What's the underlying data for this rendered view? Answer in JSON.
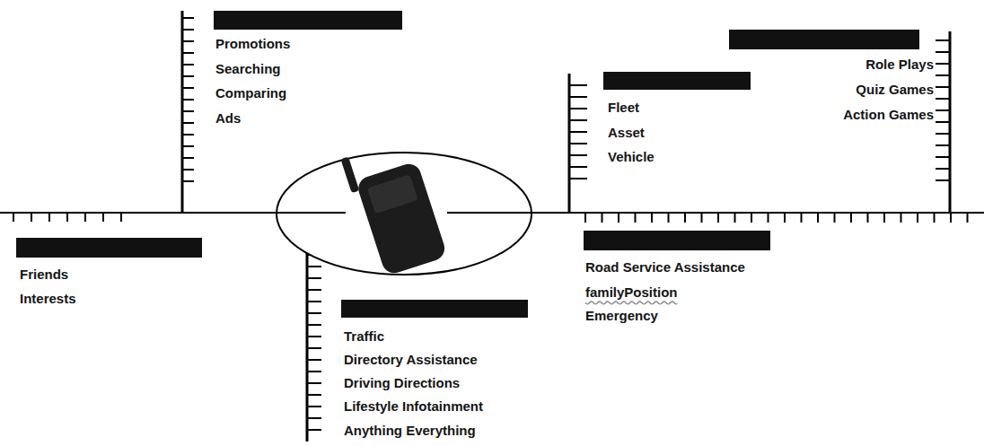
{
  "diagram": {
    "labels": [
      "Promotions",
      "Searching",
      "Comparing",
      "Ads",
      "Role Plays",
      "Quiz Games",
      "Action Games",
      "Fleet",
      "Asset",
      "Vehicle",
      "Friends",
      "Interests",
      "Road Service Assistance",
      "familyPosition",
      "Emergency",
      "Traffic",
      "Directory Assistance",
      "Driving Directions",
      "Lifestyle Infotainment",
      "Anything Everything"
    ]
  }
}
